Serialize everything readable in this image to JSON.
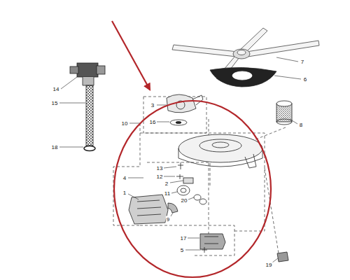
{
  "diagram": {
    "labels": [
      "3",
      "7",
      "6",
      "14",
      "15",
      "16",
      "10",
      "8",
      "18",
      "13",
      "12",
      "4",
      "2",
      "1",
      "11",
      "20",
      "9",
      "17",
      "5",
      "19"
    ]
  }
}
